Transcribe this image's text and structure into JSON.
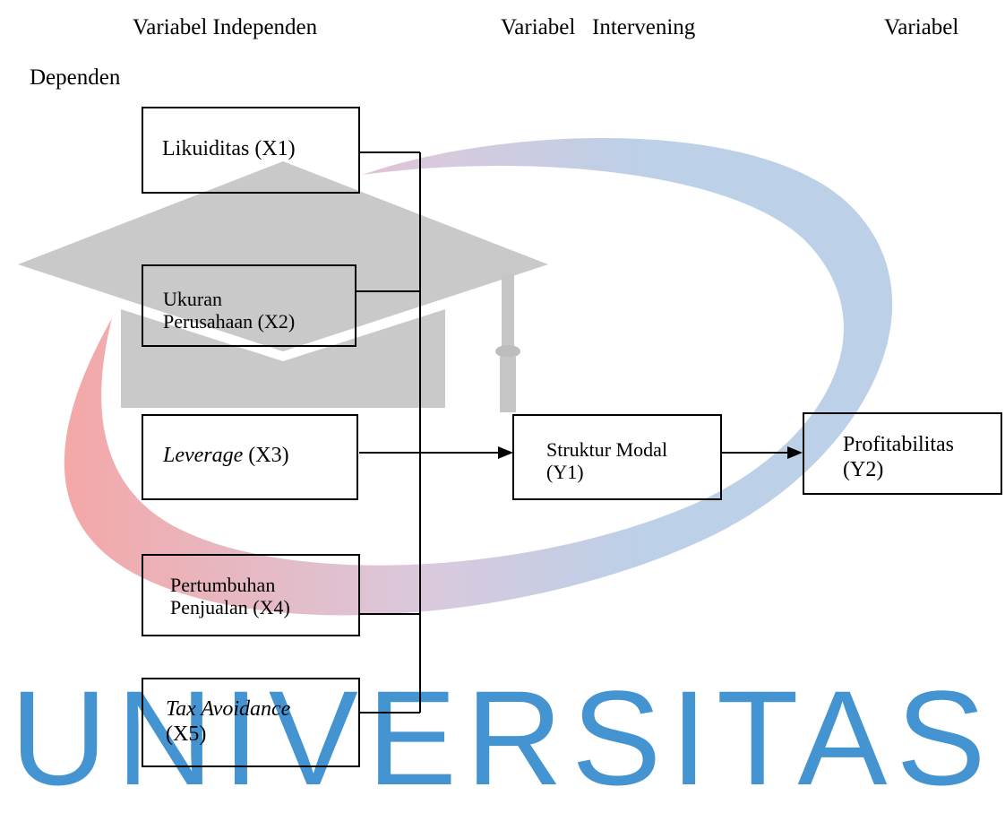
{
  "headers": {
    "independent": "Variabel Independen",
    "intervening": "Variabel   Intervening",
    "dependent_line1": "Variabel",
    "dependent_line2": "Dependen"
  },
  "independent_variables": [
    {
      "name": "Likuiditas",
      "code": "(X1)"
    },
    {
      "name_line1": "Ukuran",
      "name_line2": "Perusahaan (X2)"
    },
    {
      "name": "Leverage",
      "code": "(X3)"
    },
    {
      "name_line1": "Pertumbuhan",
      "name_line2": "Penjualan (X4)"
    },
    {
      "name": "Tax Avoidance",
      "code": "(X5)"
    }
  ],
  "intervening_variable": {
    "name": "Struktur Modal",
    "code": "(Y1)"
  },
  "dependent_variable": {
    "name": "Profitabilitas",
    "code": "(Y2)"
  },
  "watermark": {
    "text": "UNIVERSITAS",
    "colors": {
      "text": "#3a8fd0",
      "ring_pink": "#f08a8a",
      "ring_blue": "#8fb0d8",
      "cap": "#c8c8c8"
    }
  }
}
